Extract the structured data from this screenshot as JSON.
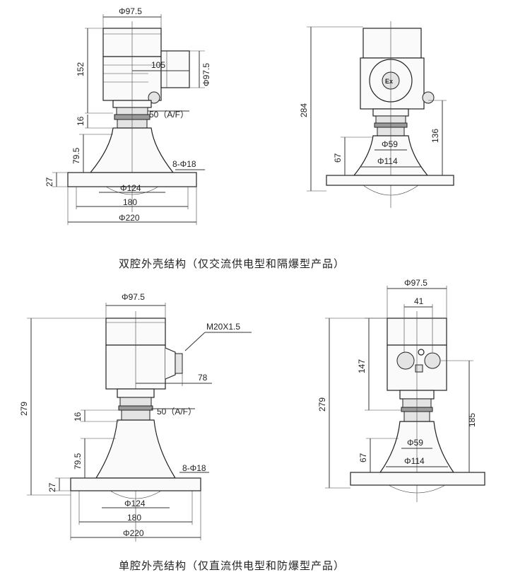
{
  "captions": {
    "top": "双腔外壳结构（仅交流供电型和隔爆型产品）",
    "bottom": "单腔外壳结构（仅直流供电型和防爆型产品）"
  },
  "ex_mark": "Ex",
  "dims": {
    "tl": {
      "phi975": "Φ97.5",
      "d152": "152",
      "d105": "105",
      "phi975b": "Φ97.5",
      "af50": "50（A/F）",
      "d16": "16",
      "d795": "79.5",
      "d27": "27",
      "phi18": "8-Φ18",
      "phi124": "Φ124",
      "d180": "180",
      "phi220": "Φ220"
    },
    "tr": {
      "d284": "284",
      "d136": "136",
      "d67": "67",
      "phi59": "Φ59",
      "phi114": "Φ114"
    },
    "bl": {
      "phi975": "Φ97.5",
      "m20": "M20X1.5",
      "d78": "78",
      "d279": "279",
      "af50": "50（A/F）",
      "d16": "16",
      "d795": "79.5",
      "d27": "27",
      "phi18": "8-Φ18",
      "phi124": "Φ124",
      "d180": "180",
      "phi220": "Φ220"
    },
    "br": {
      "phi975": "Φ97.5",
      "d41": "41",
      "d147": "147",
      "d279": "279",
      "d185": "185",
      "d67": "67",
      "phi59": "Φ59",
      "phi114": "Φ114"
    }
  }
}
